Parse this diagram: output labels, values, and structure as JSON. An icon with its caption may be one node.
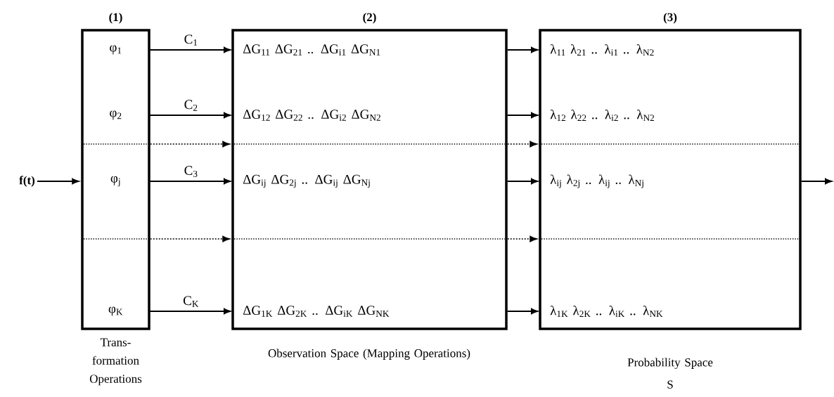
{
  "diagram": {
    "nodes": [
      {
        "text": [
          "f(t)"
        ]
      },
      {
        "text": [
          "(1)"
        ],
        "beside": [
          "Trans- formation Operations"
        ]
      },
      {
        "text": [
          "φ$_{1}$"
        ],
        "in": 1
      },
      {
        "text": [
          "φ$_{2}$"
        ],
        "in": 1
      },
      {
        "text": [
          "φ$_{j}$"
        ],
        "in": 1
      },
      {
        "text": [
          "φ$_{K}$"
        ],
        "in": 1
      },
      {
        "text": [
          "(2)"
        ],
        "beside": [
          "Observation Space (Mapping Operations)"
        ]
      },
      {
        "text": [
          "ΔG$_{11}$ ΔG$_{21}$ .. ΔG$_{i1}$ ΔG$_{N1}$"
        ],
        "in": 6
      },
      {
        "text": [
          "ΔG$_{12}$ ΔG$_{22}$ .. ΔG$_{i2}$ ΔG$_{N2}$"
        ],
        "in": 6
      },
      {
        "text": [
          "ΔG$_{ij}$ ΔG$_{2j}$ .. ΔG$_{ij}$ ΔG$_{Nj}$"
        ],
        "in": 6
      },
      {
        "text": [
          "ΔG$_{1K}$ ΔG$_{2K}$ .. ΔG$_{iK}$ ΔG$_{NK}$"
        ],
        "in": 6
      },
      {
        "text": [
          "(3)"
        ],
        "beside": [
          "Probability Space"
        ]
      },
      {
        "text": [
          "λ$_{11}$ λ$_{21}$ .. λ$_{i1}$ .. λ$_{N2}$"
        ],
        "in": 11
      },
      {
        "text": [
          "λ$_{12}$ λ$_{22}$ .. λ$_{i2}$ .. λ$_{N2}$"
        ],
        "in": 11
      },
      {
        "text": [
          "λ$_{ij}$ λ$_{2j}$ .. λ$_{ij}$ .. λ$_{Nj}$"
        ],
        "in": 11
      },
      {
        "text": [
          "λ$_{1K}$ λ$_{2K}$ .. λ$_{iK}$ .. λ$_{NK}$"
        ],
        "in": 11
      }
    ],
    "edges": [
      {
        "from": 0,
        "to": 1,
        "arrow": "to"
      },
      {
        "from": 2,
        "to": 7,
        "arrow": "to",
        "label": "C$_{1}$"
      },
      {
        "from": 3,
        "to": 8,
        "arrow": "to",
        "label": "C$_{2}$"
      },
      {
        "from": 1,
        "to": 6,
        "arrow": "to",
        "style": "dashed"
      },
      {
        "from": 4,
        "to": 9,
        "arrow": "to",
        "label": "C$_{3}$"
      },
      {
        "from": 1,
        "to": 6,
        "arrow": "to",
        "style": "dashed"
      },
      {
        "from": 5,
        "to": 10,
        "arrow": "to",
        "label": "C$_{K}$"
      },
      {
        "from": 6,
        "to": 12,
        "arrow": "to"
      },
      {
        "from": 6,
        "to": 13,
        "arrow": "to"
      },
      {
        "from": 6,
        "to": 11,
        "arrow": "to",
        "style": "dashed"
      },
      {
        "from": 6,
        "to": 14,
        "arrow": "to"
      },
      {
        "from": 6,
        "to": 11,
        "arrow": "to",
        "style": "dashed"
      },
      {
        "from": 6,
        "to": 15,
        "arrow": "to"
      },
      {
        "from": 11,
        "to": null,
        "arrow": "to"
      }
    ],
    "labels": [
      "S"
    ]
  }
}
